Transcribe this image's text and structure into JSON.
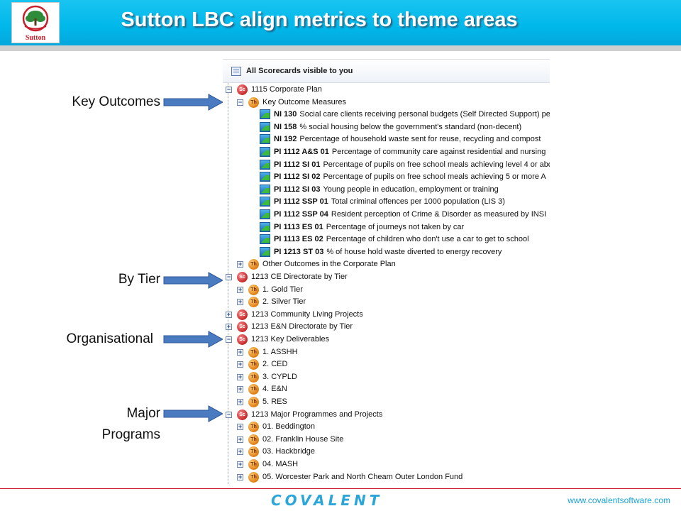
{
  "slide": {
    "title": "Sutton LBC align metrics to theme areas",
    "logo_text": "Sutton",
    "footer_logo": "COVALENT",
    "footer_url": "www.covalentsoftware.com"
  },
  "labels": [
    {
      "text": "Key Outcomes"
    },
    {
      "text": "By Tier"
    },
    {
      "text": "Organisational"
    },
    {
      "text": "Major"
    },
    {
      "text": "Programs"
    }
  ],
  "panel": {
    "header": "All Scorecards visible to you",
    "rows": [
      {
        "level": 0,
        "toggle": "−",
        "type": "sc",
        "code": "",
        "text": "1115 Corporate Plan"
      },
      {
        "level": 1,
        "toggle": "−",
        "type": "th",
        "code": "",
        "text": "Key Outcome Measures"
      },
      {
        "level": 2,
        "toggle": "",
        "type": "kpi",
        "code": "NI 130",
        "text": "Social care clients receiving personal budgets (Self Directed Support) per"
      },
      {
        "level": 2,
        "toggle": "",
        "type": "kpi",
        "code": "NI 158",
        "text": "% social housing below the government's standard (non-decent)"
      },
      {
        "level": 2,
        "toggle": "",
        "type": "kpi",
        "code": "NI 192",
        "text": "Percentage of household waste sent for reuse, recycling and compost"
      },
      {
        "level": 2,
        "toggle": "",
        "type": "kpi",
        "code": "PI 1112 A&S 01",
        "text": "Percentage of community care against residential and nursing"
      },
      {
        "level": 2,
        "toggle": "",
        "type": "kpi",
        "code": "PI 1112 SI 01",
        "text": "Percentage of pupils on free school meals achieving level 4 or abo"
      },
      {
        "level": 2,
        "toggle": "",
        "type": "kpi",
        "code": "PI 1112 SI 02",
        "text": "Percentage of pupils on free school meals achieving 5 or more A"
      },
      {
        "level": 2,
        "toggle": "",
        "type": "kpi",
        "code": "PI 1112 SI 03",
        "text": "Young people in education, employment or training"
      },
      {
        "level": 2,
        "toggle": "",
        "type": "kpi",
        "code": "PI 1112 SSP 01",
        "text": "Total criminal offences per 1000 population (LIS 3)"
      },
      {
        "level": 2,
        "toggle": "",
        "type": "kpi",
        "code": "PI 1112 SSP 04",
        "text": "Resident perception of Crime & Disorder as measured by INSI"
      },
      {
        "level": 2,
        "toggle": "",
        "type": "kpi",
        "code": "PI 1113 ES 01",
        "text": "Percentage of journeys not taken by car"
      },
      {
        "level": 2,
        "toggle": "",
        "type": "kpi",
        "code": "PI 1113 ES 02",
        "text": "Percentage of children who don't use a car to get to school"
      },
      {
        "level": 2,
        "toggle": "",
        "type": "kpi",
        "code": "PI 1213 ST 03",
        "text": "% of house hold waste diverted to energy recovery"
      },
      {
        "level": 1,
        "toggle": "+",
        "type": "th",
        "code": "",
        "text": "Other Outcomes in the Corporate Plan"
      },
      {
        "level": 0,
        "toggle": "−",
        "type": "sc",
        "code": "",
        "text": "1213 CE Directorate by Tier"
      },
      {
        "level": 1,
        "toggle": "+",
        "type": "th",
        "code": "",
        "text": "1. Gold Tier"
      },
      {
        "level": 1,
        "toggle": "+",
        "type": "th",
        "code": "",
        "text": "2. Silver Tier"
      },
      {
        "level": 0,
        "toggle": "+",
        "type": "sc",
        "code": "",
        "text": "1213 Community Living Projects"
      },
      {
        "level": 0,
        "toggle": "+",
        "type": "sc",
        "code": "",
        "text": "1213 E&N Directorate by Tier"
      },
      {
        "level": 0,
        "toggle": "−",
        "type": "sc",
        "code": "",
        "text": "1213 Key Deliverables"
      },
      {
        "level": 1,
        "toggle": "+",
        "type": "th",
        "code": "",
        "text": "1. ASSHH"
      },
      {
        "level": 1,
        "toggle": "+",
        "type": "th",
        "code": "",
        "text": "2. CED"
      },
      {
        "level": 1,
        "toggle": "+",
        "type": "th",
        "code": "",
        "text": "3. CYPLD"
      },
      {
        "level": 1,
        "toggle": "+",
        "type": "th",
        "code": "",
        "text": "4. E&N"
      },
      {
        "level": 1,
        "toggle": "+",
        "type": "th",
        "code": "",
        "text": "5. RES"
      },
      {
        "level": 0,
        "toggle": "−",
        "type": "sc",
        "code": "",
        "text": "1213 Major Programmes and Projects"
      },
      {
        "level": 1,
        "toggle": "+",
        "type": "th",
        "code": "",
        "text": "01. Beddington"
      },
      {
        "level": 1,
        "toggle": "+",
        "type": "th",
        "code": "",
        "text": "02. Franklin House Site"
      },
      {
        "level": 1,
        "toggle": "+",
        "type": "th",
        "code": "",
        "text": "03. Hackbridge"
      },
      {
        "level": 1,
        "toggle": "+",
        "type": "th",
        "code": "",
        "text": "04. MASH"
      },
      {
        "level": 1,
        "toggle": "+",
        "type": "th",
        "code": "",
        "text": "05. Worcester Park and North Cheam Outer London Fund"
      }
    ]
  },
  "icons": {
    "scorecard": "Sc",
    "theme": "Th"
  },
  "colors": {
    "header_blue": "#00b7ea",
    "arrow_blue": "#4a7bc0",
    "scorecard_red": "#c9282b",
    "theme_orange": "#e07b10",
    "footer_red": "#c8102e"
  }
}
